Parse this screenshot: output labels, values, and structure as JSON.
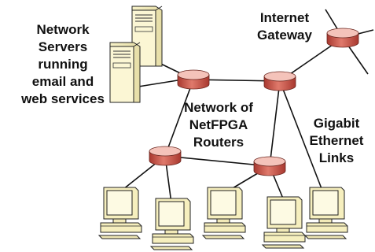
{
  "labels": {
    "servers": [
      "Network",
      "Servers",
      "running",
      "email and",
      "web services"
    ],
    "gateway": [
      "Internet",
      "Gateway"
    ],
    "routers": [
      "Network of",
      "NetFPGA",
      "Routers"
    ],
    "links": [
      "Gigabit",
      "Ethernet",
      "Links"
    ]
  },
  "colors": {
    "router_body": "#c9584d",
    "router_top": "#f3c1b8",
    "computer_body": "#fbf6d0",
    "line": "#111111"
  }
}
